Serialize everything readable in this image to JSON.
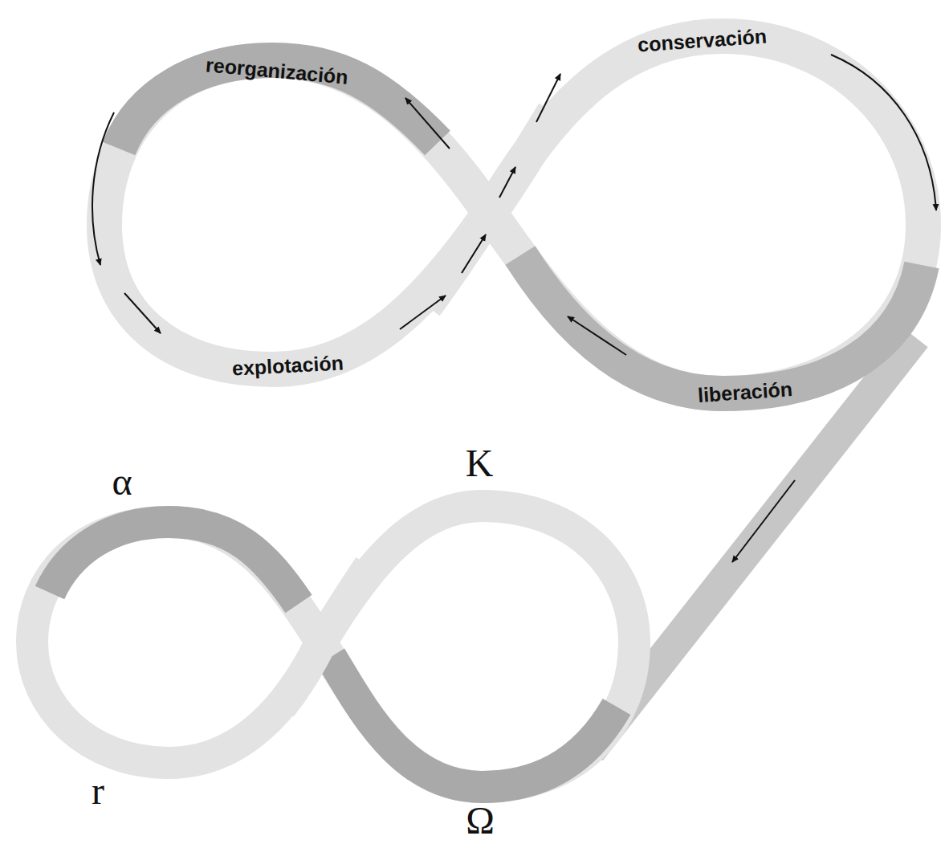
{
  "diagram": {
    "labels": [
      "reorganización",
      "conservación",
      "explotación",
      "liberación",
      "α",
      "K",
      "r",
      "Ω"
    ]
  }
}
